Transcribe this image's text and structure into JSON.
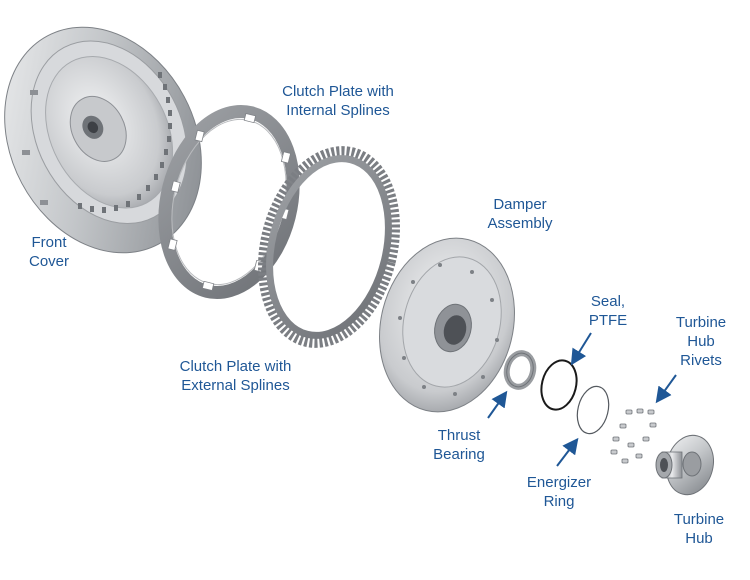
{
  "labels": {
    "front_cover": [
      "Front",
      "Cover"
    ],
    "clutch_internal": [
      "Clutch Plate with",
      "Internal Splines"
    ],
    "damper": [
      "Damper",
      "Assembly"
    ],
    "clutch_external": [
      "Clutch Plate with",
      "External Splines"
    ],
    "seal": [
      "Seal,",
      "PTFE"
    ],
    "rivets": [
      "Turbine",
      "Hub",
      "Rivets"
    ],
    "thrust": [
      "Thrust",
      "Bearing"
    ],
    "energizer": [
      "Energizer",
      "Ring"
    ],
    "turbine_hub": [
      "Turbine",
      "Hub"
    ]
  },
  "colors": {
    "label_text": "#1f5796",
    "arrow": "#1f5796",
    "metal_light": "#dfe1e4",
    "metal_mid": "#b3b6ba",
    "metal_dark": "#6f7378",
    "plate": "#8a8d91",
    "seal_ring": "#1a1a1a"
  }
}
